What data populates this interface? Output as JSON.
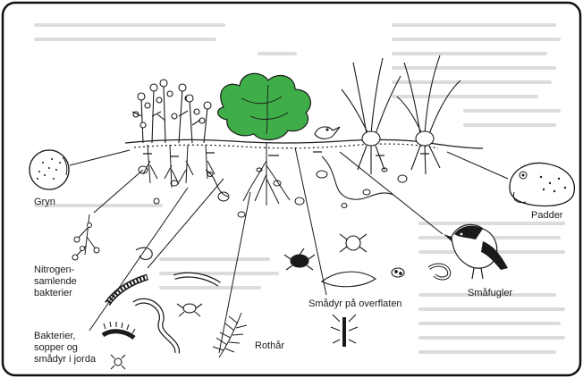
{
  "labels": {
    "gryn": "Gryn",
    "nitrogen": "Nitrogen-\nsamlende\nbakterier",
    "bakterier": "Bakterier,\nsopper og\nsmådyr i jorda",
    "rothar": "Rothår",
    "smadyr_overflaten": "Smådyr på overflaten",
    "smafugler": "Småfugler",
    "padder": "Padder"
  },
  "colors": {
    "lettuce": "#3fae49",
    "ink": "#1a1a1a",
    "paper_text": "#d8d8d8"
  }
}
